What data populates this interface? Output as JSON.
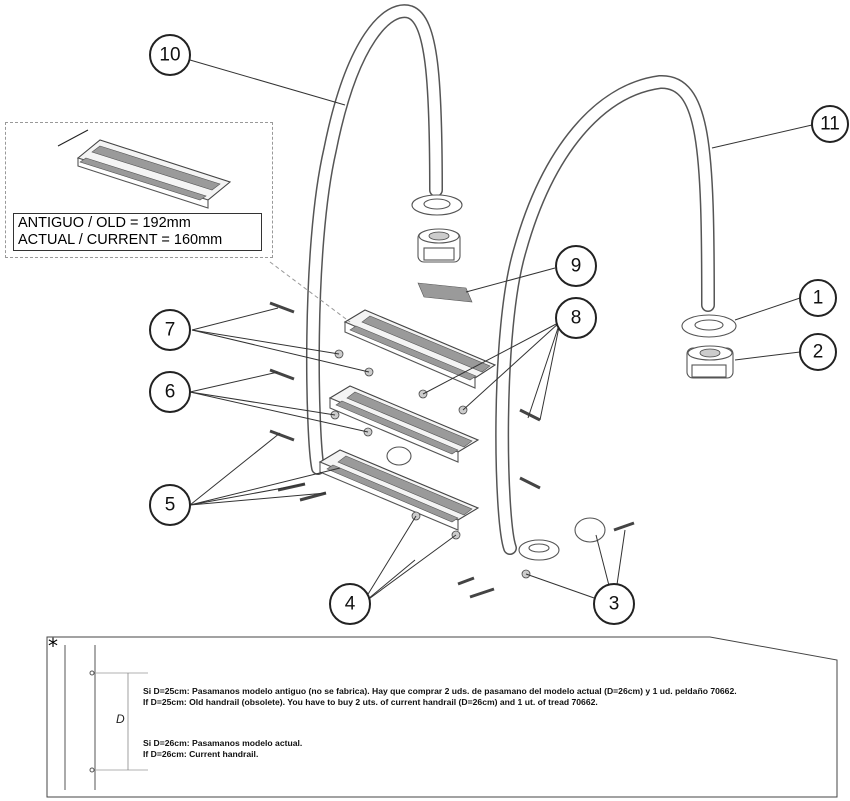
{
  "callouts": [
    {
      "num": "1"
    },
    {
      "num": "2"
    },
    {
      "num": "3"
    },
    {
      "num": "4"
    },
    {
      "num": "5"
    },
    {
      "num": "6"
    },
    {
      "num": "7"
    },
    {
      "num": "8"
    },
    {
      "num": "9"
    },
    {
      "num": "10"
    },
    {
      "num": "11"
    }
  ],
  "inset": {
    "old_label": "ANTIGUO / OLD = 192mm",
    "current_label": "ACTUAL / CURRENT = 160mm"
  },
  "note": {
    "marker": "*",
    "dimension_label": "D",
    "line_es_25": "Si D=25cm: Pasamanos modelo antiguo (no se fabrica). Hay que comprar 2 uds. de pasamano del modelo actual (D=26cm) y 1 ud. peldaño 70662.",
    "line_en_25": "If D=25cm: Old handrail (obsolete). You have to buy 2 uts. of current handrail (D=26cm) and 1 ut. of tread 70662.",
    "line_es_26": "Si D=26cm: Pasamanos modelo actual.",
    "line_en_26": "If D=26cm: Current handrail."
  }
}
